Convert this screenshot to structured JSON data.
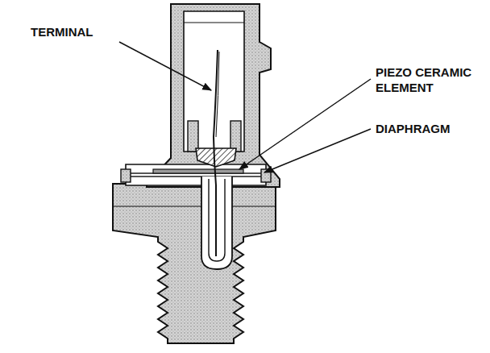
{
  "diagram": {
    "labels": [
      "TERMINAL",
      "PIEZO CERAMIC ELEMENT",
      "DIAPHRAGM"
    ]
  }
}
